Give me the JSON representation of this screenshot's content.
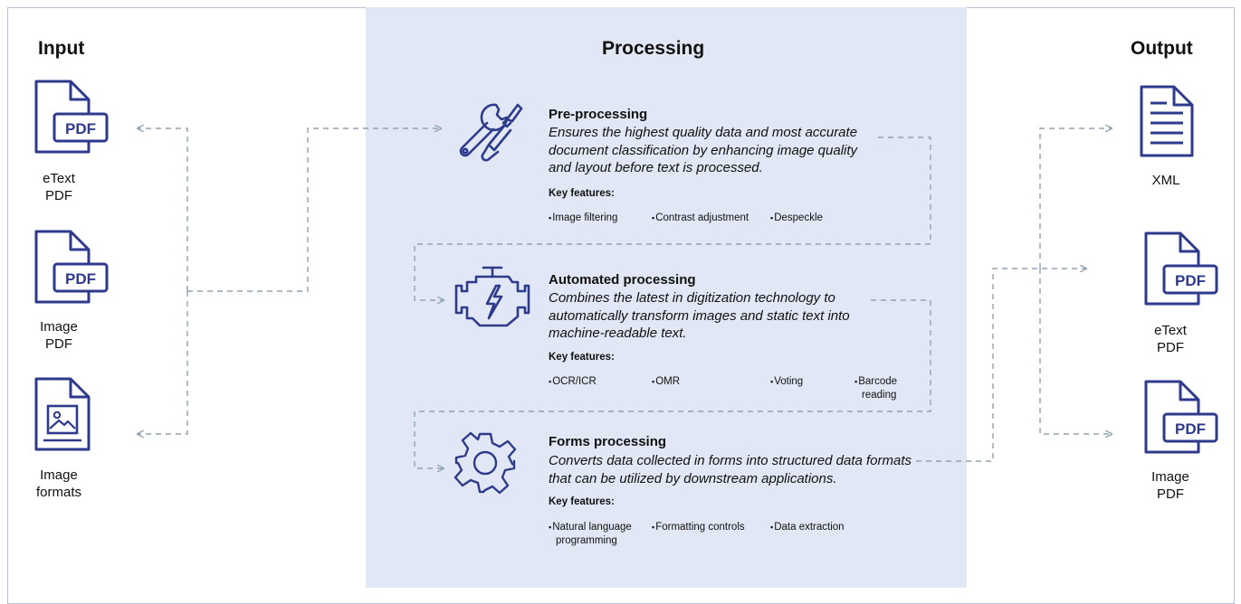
{
  "columns": {
    "input": "Input",
    "processing": "Processing",
    "output": "Output"
  },
  "input_items": [
    {
      "icon": "pdf-document-icon",
      "badge": "PDF",
      "line1": "eText",
      "line2": "PDF"
    },
    {
      "icon": "pdf-document-icon",
      "badge": "PDF",
      "line1": "Image",
      "line2": "PDF"
    },
    {
      "icon": "image-document-icon",
      "badge": "",
      "line1": "Image",
      "line2": "formats"
    }
  ],
  "output_items": [
    {
      "icon": "xml-document-icon",
      "badge": "",
      "line1": "XML",
      "line2": ""
    },
    {
      "icon": "pdf-document-icon",
      "badge": "PDF",
      "line1": "eText",
      "line2": "PDF"
    },
    {
      "icon": "pdf-document-icon",
      "badge": "PDF",
      "line1": "Image",
      "line2": "PDF"
    }
  ],
  "sections": [
    {
      "icon": "wrench-screwdriver-icon",
      "title": "Pre-processing",
      "description": "Ensures the highest quality data and most accurate document classification by enhancing image quality and layout before text is processed.",
      "key_label": "Key features:",
      "features": [
        "Image filtering",
        "Contrast adjustment",
        "Despeckle"
      ]
    },
    {
      "icon": "engine-icon",
      "title": "Automated processing",
      "description": "Combines the latest in digitization technology to automatically transform images and static text into machine-readable text.",
      "key_label": "Key features:",
      "features": [
        "OCR/ICR",
        "OMR",
        "Voting",
        "Barcode reading"
      ]
    },
    {
      "icon": "gear-icon",
      "title": "Forms processing",
      "description": "Converts data collected in forms into structured data formats that can be utilized by downstream applications.",
      "key_label": "Key features:",
      "features": [
        "Natural language programming",
        "Formatting controls",
        "Data extraction"
      ]
    }
  ],
  "colors": {
    "icon": "#2e3a8c",
    "band": "#e1e7f4",
    "connector": "#8fa3b3"
  }
}
